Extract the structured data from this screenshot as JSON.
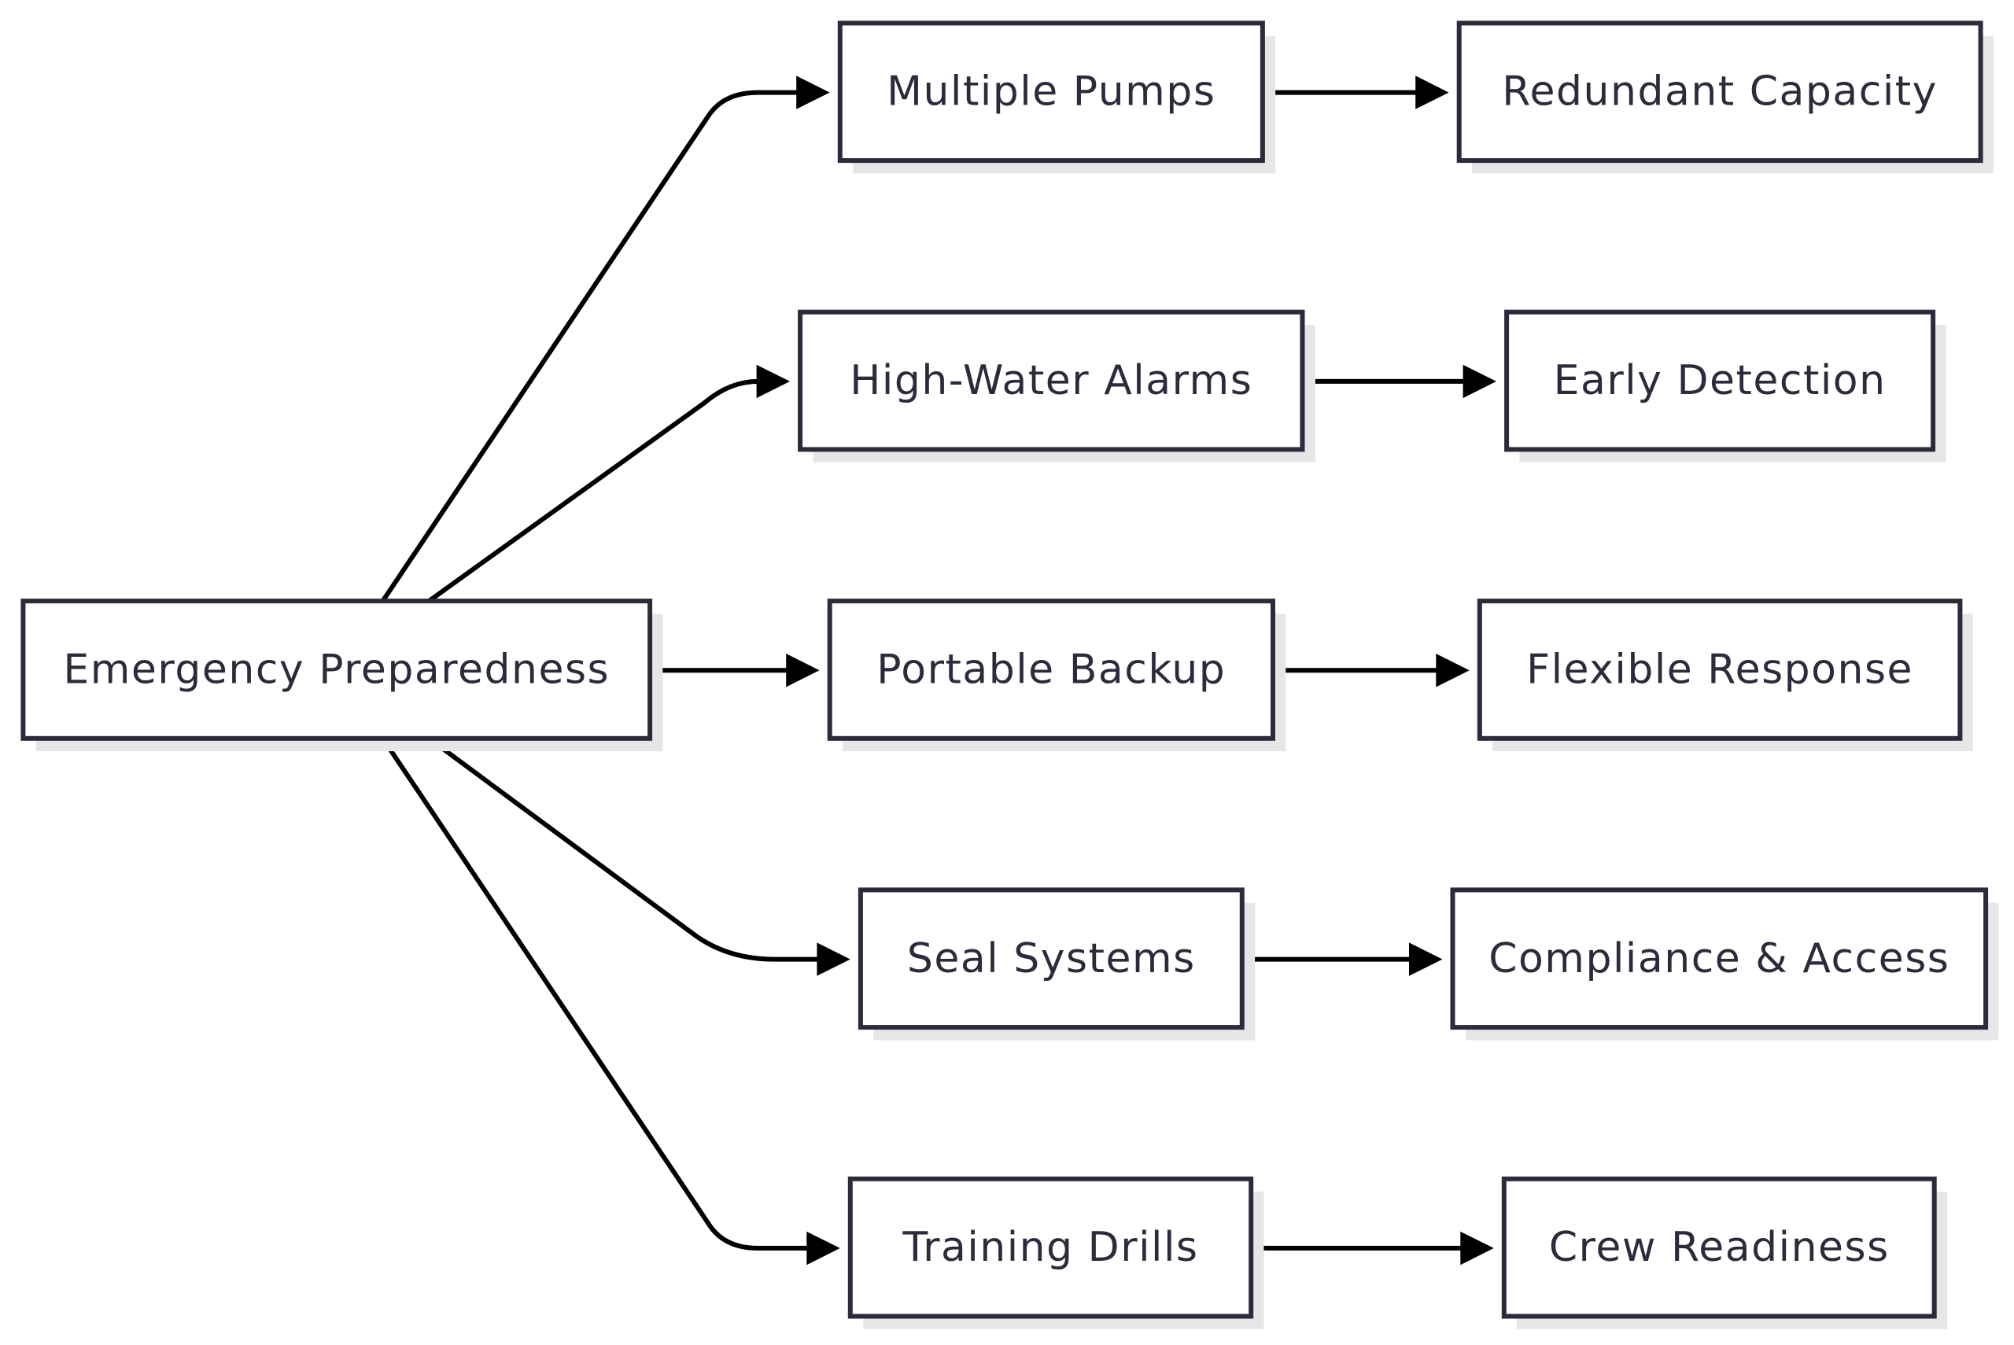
{
  "nodes": [
    {
      "id": "emergency",
      "label": "Emergency Preparedness"
    },
    {
      "id": "pumps",
      "label": "Multiple Pumps"
    },
    {
      "id": "alarms",
      "label": "High-Water Alarms"
    },
    {
      "id": "backup",
      "label": "Portable Backup"
    },
    {
      "id": "seal",
      "label": "Seal Systems"
    },
    {
      "id": "drills",
      "label": "Training Drills"
    },
    {
      "id": "capacity",
      "label": "Redundant Capacity"
    },
    {
      "id": "detection",
      "label": "Early Detection"
    },
    {
      "id": "response",
      "label": "Flexible Response"
    },
    {
      "id": "compliance",
      "label": "Compliance & Access"
    },
    {
      "id": "readiness",
      "label": "Crew Readiness"
    }
  ],
  "edges": [
    {
      "from": "emergency",
      "to": "pumps"
    },
    {
      "from": "emergency",
      "to": "alarms"
    },
    {
      "from": "emergency",
      "to": "backup"
    },
    {
      "from": "emergency",
      "to": "seal"
    },
    {
      "from": "emergency",
      "to": "drills"
    },
    {
      "from": "pumps",
      "to": "capacity"
    },
    {
      "from": "alarms",
      "to": "detection"
    },
    {
      "from": "backup",
      "to": "response"
    },
    {
      "from": "seal",
      "to": "compliance"
    },
    {
      "from": "drills",
      "to": "readiness"
    }
  ],
  "colors": {
    "node_border": "#2b2b3b",
    "node_fill": "#ffffff",
    "node_text": "#2b2b3b",
    "edge": "#000000",
    "shadow": "#e6e6e6"
  }
}
